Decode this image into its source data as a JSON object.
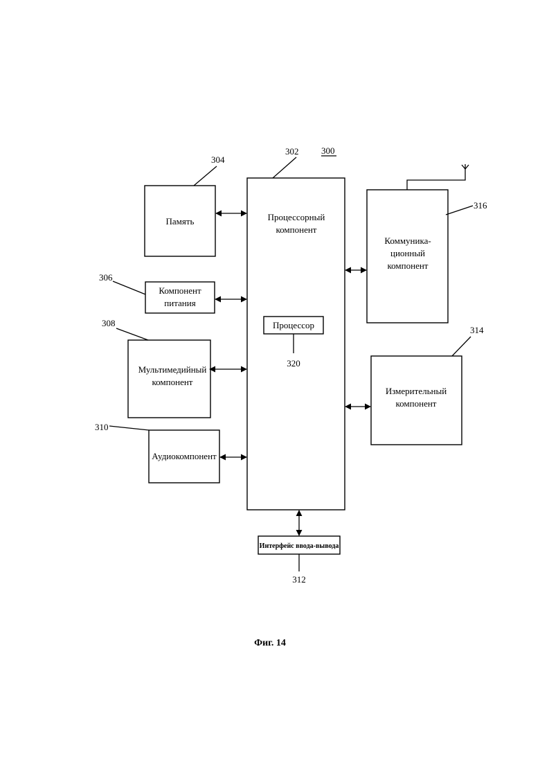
{
  "figure_number": "300",
  "caption": "Фиг. 14",
  "blocks": {
    "processor_component": {
      "ref": "302",
      "lines": [
        "Процессорный",
        "компонент"
      ]
    },
    "memory": {
      "ref": "304",
      "lines": [
        "Память"
      ]
    },
    "power": {
      "ref": "306",
      "lines": [
        "Компонент",
        "питания"
      ]
    },
    "multimedia": {
      "ref": "308",
      "lines": [
        "Мультимедийный",
        "компонент"
      ]
    },
    "audio": {
      "ref": "310",
      "lines": [
        "Аудиокомпонент"
      ]
    },
    "io_interface": {
      "ref": "312",
      "lines": [
        "Интерфейс ввода-вывода"
      ]
    },
    "sensor": {
      "ref": "314",
      "lines": [
        "Измерительный",
        "компонент"
      ]
    },
    "communication": {
      "ref": "316",
      "lines": [
        "Коммуника-",
        "ционный",
        "компонент"
      ]
    },
    "processor": {
      "ref": "320",
      "lines": [
        "Процессор"
      ]
    }
  }
}
